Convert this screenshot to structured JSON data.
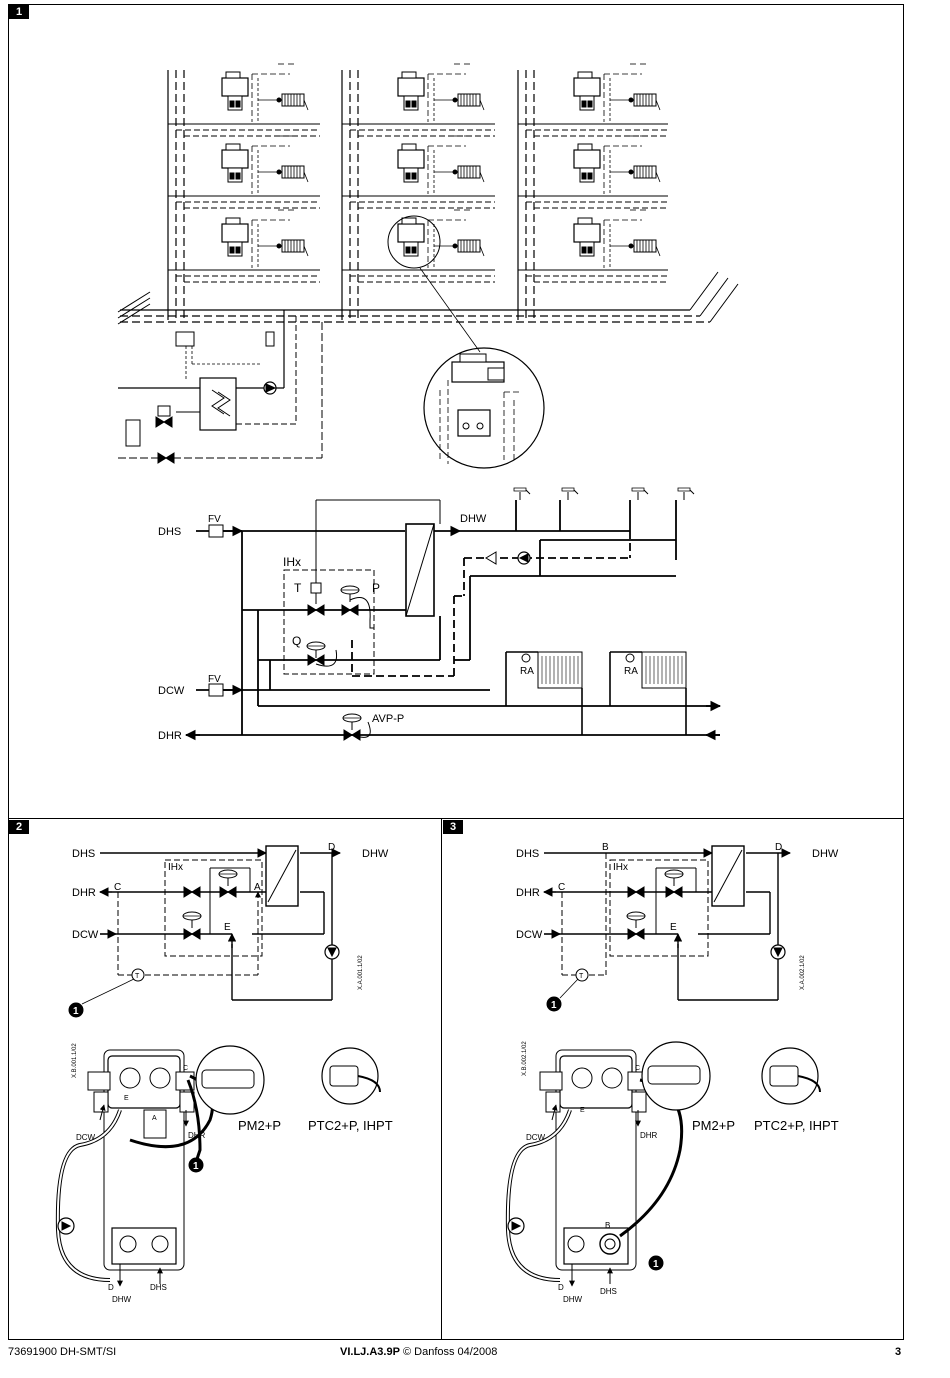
{
  "panels": [
    {
      "number": "1"
    },
    {
      "number": "2"
    },
    {
      "number": "3"
    }
  ],
  "panel1": {
    "labels": {
      "dhs": "DHS",
      "dcw": "DCW",
      "dhr": "DHR",
      "dhw": "DHW",
      "fv1": "FV",
      "fv2": "FV",
      "ihx": "IHx",
      "t": "T",
      "p": "P",
      "q": "Q",
      "avp": "AVP-P",
      "ra1": "RA",
      "ra2": "RA"
    }
  },
  "panel2": {
    "labels": {
      "dhs": "DHS",
      "dhr": "DHR",
      "dcw": "DCW",
      "dhw": "DHW",
      "ihx": "IHx",
      "c": "C",
      "d": "D",
      "a": "A",
      "e": "E",
      "t": "T",
      "one": "1",
      "code1": "X.A.001.1/02",
      "code2": "X.B.001.1/02",
      "pm2p": "PM2+P",
      "ptc": "PTC2+P, IHPT",
      "dcw_b": "DCW",
      "dhr_b": "DHR",
      "dhw_b": "DHW",
      "dhs_b": "DHS",
      "d_b": "D",
      "c_b": "C",
      "e_b": "E",
      "a_b": "A",
      "one_b": "1"
    }
  },
  "panel3": {
    "labels": {
      "dhs": "DHS",
      "dhr": "DHR",
      "dcw": "DCW",
      "dhw": "DHW",
      "ihx": "IHx",
      "b": "B",
      "c": "C",
      "d": "D",
      "e": "E",
      "t": "T",
      "one": "1",
      "code1": "X.A.002.1/02",
      "code2": "X.B.002.1/02",
      "pm2p": "PM2+P",
      "ptc": "PTC2+P, IHPT",
      "dcw_b": "DCW",
      "dhr_b": "DHR",
      "dhw_b": "DHW",
      "dhs_b": "DHS",
      "d_b": "D",
      "c_b": "C",
      "e_b": "E",
      "b_b": "B",
      "one_b": "1"
    }
  },
  "footer": {
    "left": "73691900 DH-SMT/SI",
    "code": "VI.LJ.A3.9P",
    "copyright": "© Danfoss 04/2008",
    "page": "3"
  }
}
